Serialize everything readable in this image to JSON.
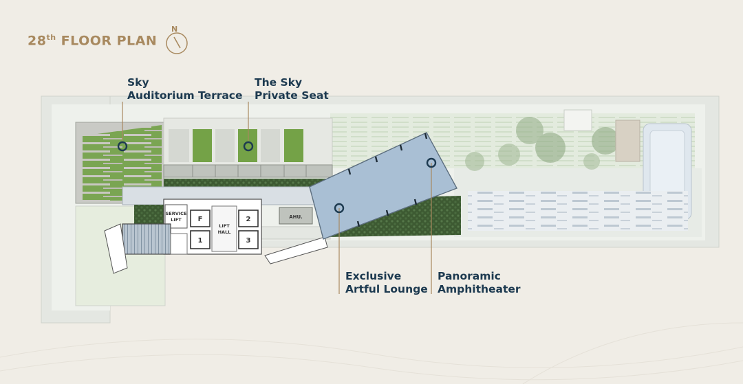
{
  "title": {
    "number": "28",
    "suffix": "th",
    "text": " FLOOR PLAN"
  },
  "compass": {
    "north_label": "N"
  },
  "amenities": [
    {
      "line1": "Sky",
      "line2": "Auditorium Terrace"
    },
    {
      "line1": "The Sky",
      "line2": "Private Seat"
    },
    {
      "line1": "Exclusive",
      "line2": "Artful Lounge"
    },
    {
      "line1": "Panoramic",
      "line2": "Amphitheater"
    }
  ],
  "rooms": {
    "service_lift_1": "SERVICE",
    "service_lift_2": "LIFT",
    "lift_hall_1": "LIFT",
    "lift_hall_2": "HALL",
    "ahu": "AHU.",
    "lift_f": "F",
    "lift_1": "1",
    "lift_2": "2",
    "lift_3": "3"
  },
  "colors": {
    "accent_gold": "#a8895f",
    "label_navy": "#1d3a50",
    "lounge_blue": "#a9bfd4",
    "lawn_green": "#6f9a4a"
  }
}
